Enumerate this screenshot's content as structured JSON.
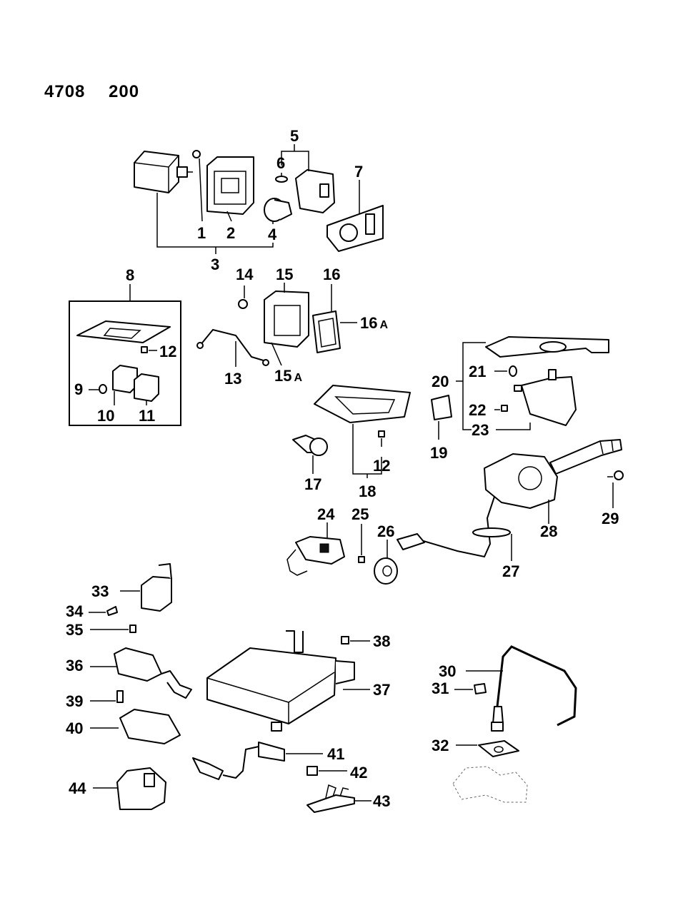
{
  "header": {
    "catalog_number": "4708",
    "group_number": "200"
  },
  "callouts": {
    "c1": "1",
    "c2": "2",
    "c3": "3",
    "c4": "4",
    "c5": "5",
    "c6": "6",
    "c7": "7",
    "c8": "8",
    "c9": "9",
    "c10": "10",
    "c11": "11",
    "c12a": "12",
    "c12b": "12",
    "c13": "13",
    "c14": "14",
    "c15": "15",
    "c15a": "15",
    "c15a_suffix": "A",
    "c16": "16",
    "c16a": "16",
    "c16a_suffix": "A",
    "c17": "17",
    "c18": "18",
    "c19": "19",
    "c20": "20",
    "c21": "21",
    "c22": "22",
    "c23": "23",
    "c24": "24",
    "c25": "25",
    "c26": "26",
    "c27": "27",
    "c28": "28",
    "c29": "29",
    "c30": "30",
    "c31": "31",
    "c32": "32",
    "c33": "33",
    "c34": "34",
    "c35": "35",
    "c36": "36",
    "c37": "37",
    "c38": "38",
    "c39": "39",
    "c40": "40",
    "c41": "41",
    "c42": "42",
    "c43": "43",
    "c44": "44"
  }
}
